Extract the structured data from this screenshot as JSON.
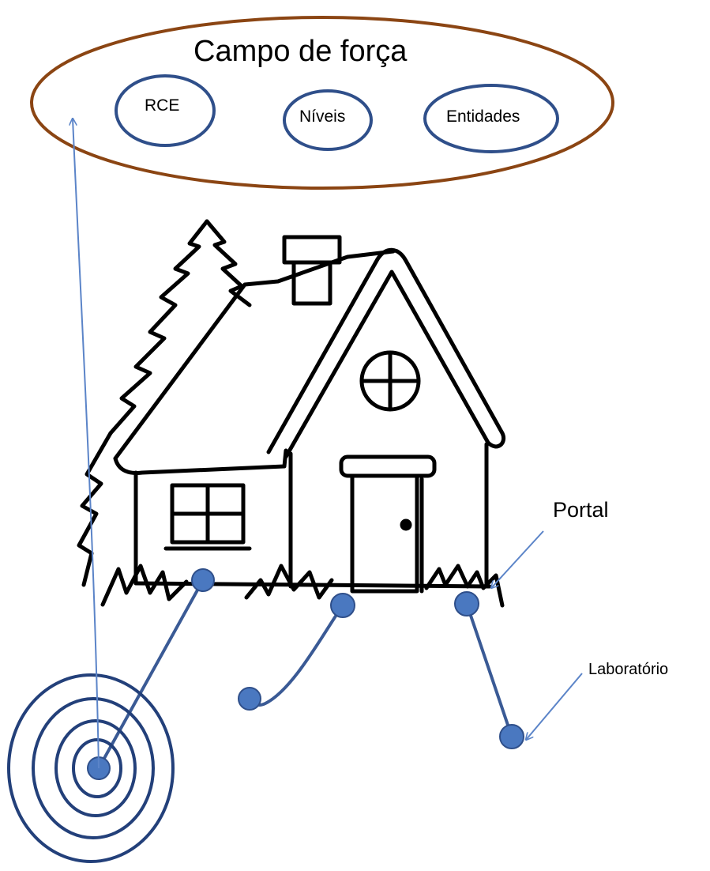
{
  "title": "Campo de força",
  "circles": {
    "rce": "RCE",
    "niveis": "Níveis",
    "entidades": "Entidades"
  },
  "labels": {
    "portal": "Portal",
    "laboratorio": "Laboratório"
  },
  "colors": {
    "ellipse_outline": "#8B4513",
    "circle_outline": "#2F4F8A",
    "node_fill": "#4A78C0",
    "line": "#3A5A95",
    "target_rings": "#23407A",
    "arrow": "#5B84C8",
    "house_line": "#000000"
  },
  "icons": {
    "house": "house-drawing-icon",
    "tree": "tree-icon",
    "target": "concentric-target-icon"
  }
}
